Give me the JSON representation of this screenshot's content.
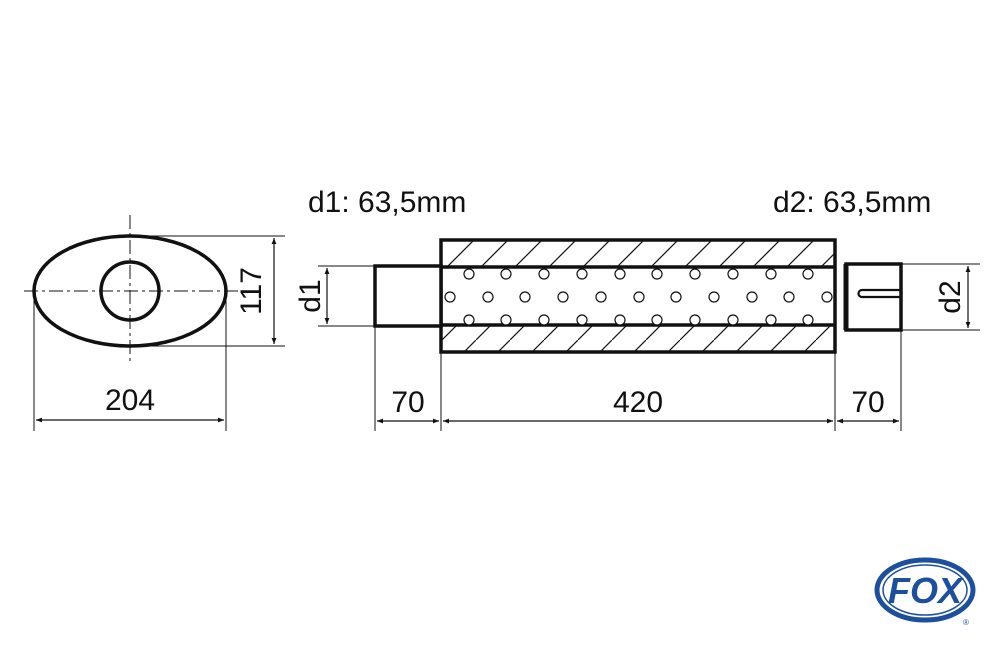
{
  "labels": {
    "d1_spec": "d1: 63,5mm",
    "d2_spec": "d2: 63,5mm"
  },
  "dimensions": {
    "oval_width": "204",
    "oval_height": "117",
    "inlet_length": "70",
    "body_length": "420",
    "outlet_length": "70",
    "d1_symbol": "d1",
    "d2_symbol": "d2"
  },
  "brand": {
    "logo_text": "FOX",
    "registered": "®",
    "color": "#1d4fa0"
  },
  "colors": {
    "line": "#111111",
    "background": "#ffffff"
  }
}
